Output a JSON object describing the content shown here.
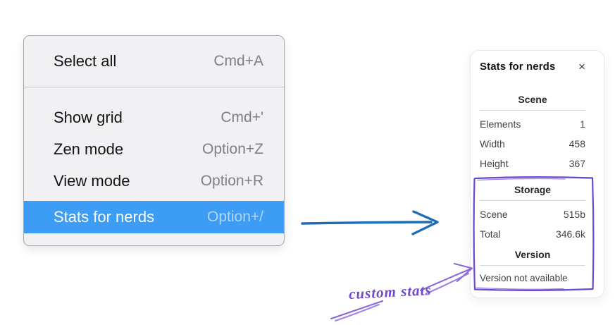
{
  "context_menu": {
    "items": [
      {
        "label": "Select all",
        "shortcut": "Cmd+A",
        "selected": false
      },
      {
        "label": "Show grid",
        "shortcut": "Cmd+'",
        "selected": false
      },
      {
        "label": "Zen mode",
        "shortcut": "Option+Z",
        "selected": false
      },
      {
        "label": "View mode",
        "shortcut": "Option+R",
        "selected": false
      },
      {
        "label": "Stats for nerds",
        "shortcut": "Option+/",
        "selected": true
      }
    ],
    "highlight_color": "#3d9df5"
  },
  "stats_panel": {
    "title": "Stats for nerds",
    "close_icon": "×",
    "sections": [
      {
        "heading": "Scene",
        "rows": [
          {
            "label": "Elements",
            "value": "1"
          },
          {
            "label": "Width",
            "value": "458"
          },
          {
            "label": "Height",
            "value": "367"
          }
        ]
      },
      {
        "heading": "Storage",
        "rows": [
          {
            "label": "Scene",
            "value": "515b"
          },
          {
            "label": "Total",
            "value": "346.6k"
          }
        ]
      },
      {
        "heading": "Version",
        "rows": [],
        "note": "Version not available"
      }
    ]
  },
  "annotations": {
    "custom_stats_label": "custom stats",
    "pointer_arrow_color": "#1e6cb5",
    "sketch_color": "#6a48cf",
    "sketch_arrow_color": "#8a68d8"
  }
}
